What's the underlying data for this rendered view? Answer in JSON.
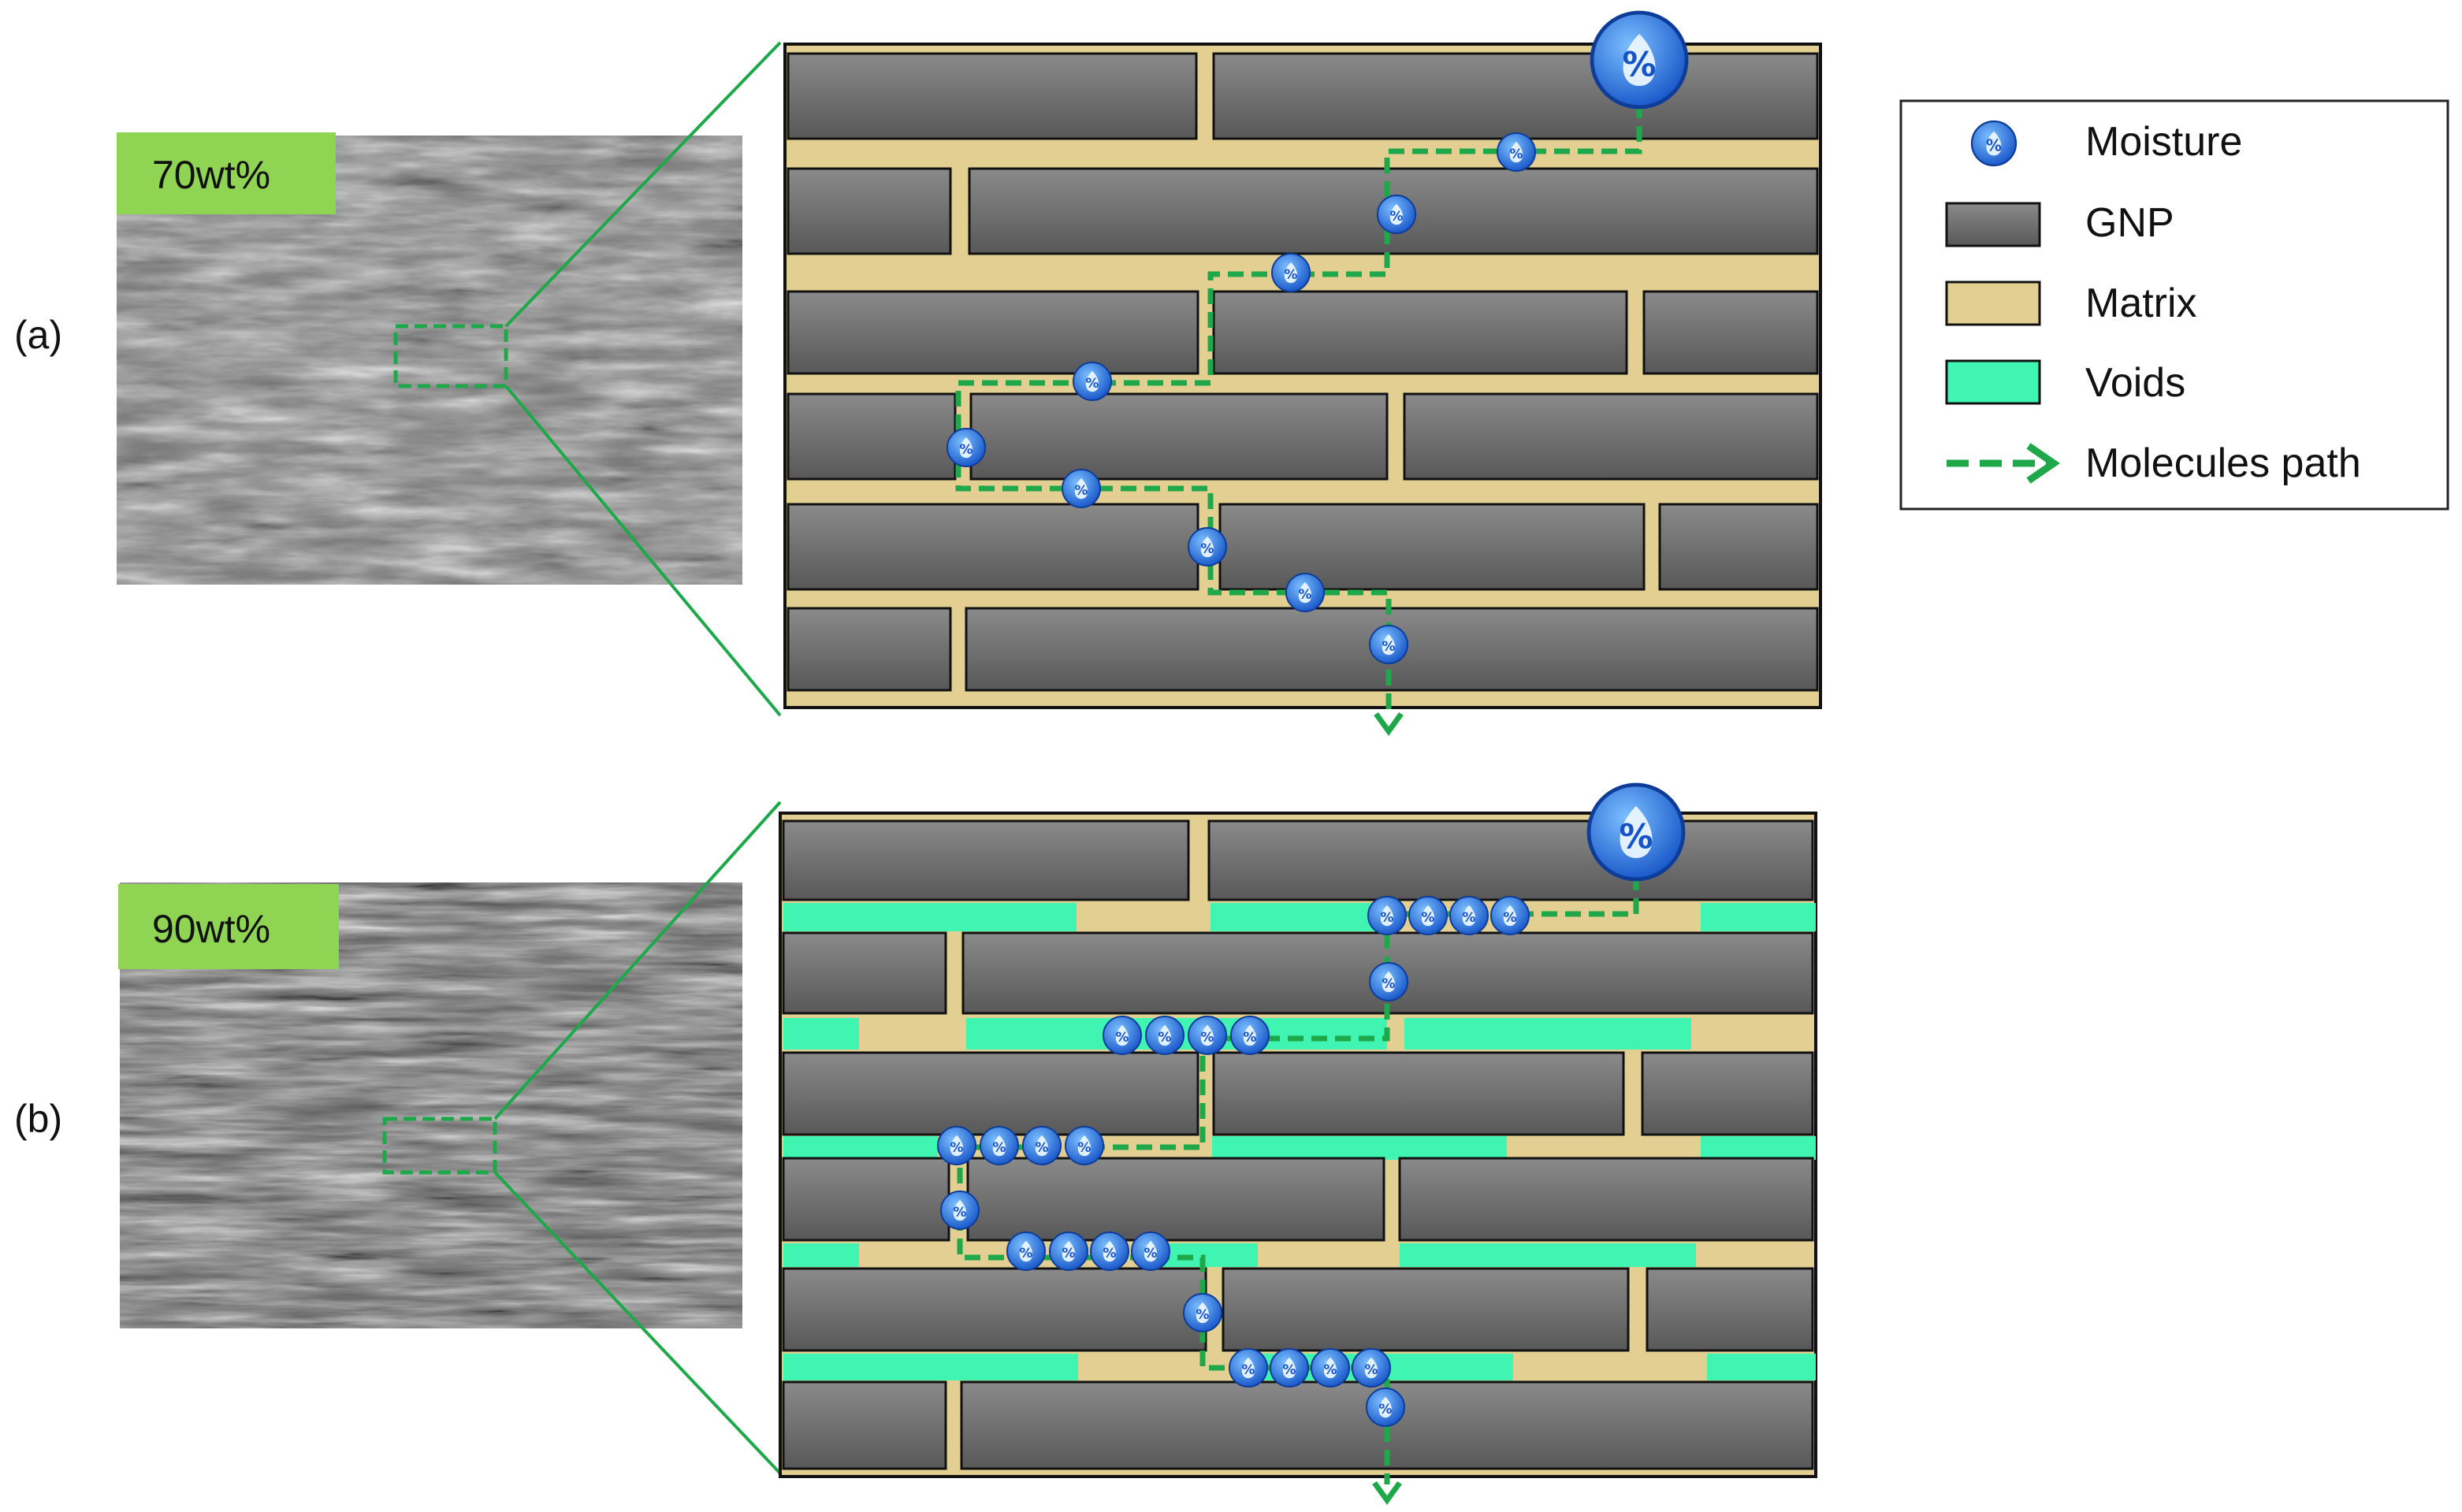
{
  "panels": [
    {
      "label": "(a)",
      "badge": "70wt%"
    },
    {
      "label": "(b)",
      "badge": "90wt%"
    }
  ],
  "legend": {
    "items": [
      {
        "key": "moisture",
        "label": "Moisture"
      },
      {
        "key": "gnp",
        "label": "GNP"
      },
      {
        "key": "matrix",
        "label": "Matrix"
      },
      {
        "key": "voids",
        "label": "Voids"
      },
      {
        "key": "path",
        "label": "Molecules path"
      }
    ]
  },
  "moisture_symbol": "%",
  "colors": {
    "gnp": "#6f6f6f",
    "matrix": "#e4cf93",
    "voids": "#3ff5b1",
    "path": "#1ea84a",
    "badge": "#8fd453",
    "moisture": "#1f6fe0"
  }
}
